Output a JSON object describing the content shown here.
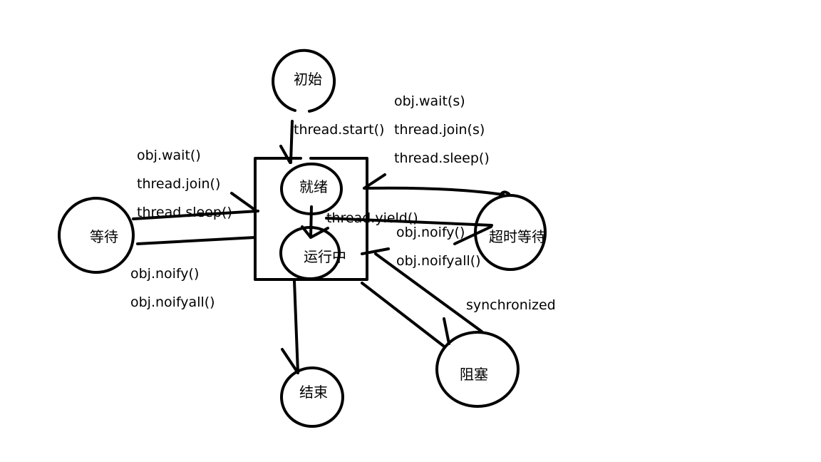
{
  "diagram": {
    "states": {
      "initial": "初始",
      "ready": "就绪",
      "running": "运行中",
      "waiting": "等待",
      "timed_waiting": "超时等待",
      "blocked": "阻塞",
      "terminated": "结束"
    },
    "transitions": {
      "start": "thread.start()",
      "yield": "thread.yield()",
      "waiting_in": [
        "obj.wait()",
        "thread.join()",
        "thread.sleep()"
      ],
      "waiting_out": [
        "obj.noify()",
        "obj.noifyall()"
      ],
      "timed_in": [
        "obj.wait(s)",
        "thread.join(s)",
        "thread.sleep()"
      ],
      "timed_out": [
        "obj.noify()",
        "obj.noifyall()"
      ],
      "blocked": "synchronized"
    },
    "colors": {
      "stroke": "#000000",
      "background": "#ffffff"
    }
  }
}
